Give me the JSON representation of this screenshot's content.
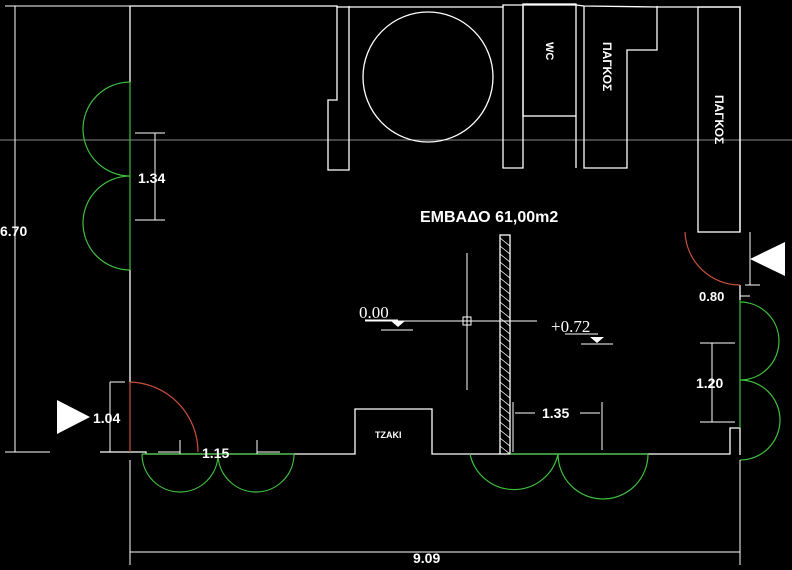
{
  "labels": {
    "area": "ΕΜΒΑΔΟ 61,00m2",
    "wc": "WC",
    "counter1": "ΠΑΓΚΟΣ",
    "counter2": "ΠΑΓΚΟΣ",
    "fireplace": "TZAKI"
  },
  "dimensions": {
    "height": "6.70",
    "width": "9.09",
    "window_left": "1.34",
    "door_left": "1.04",
    "window_bottom": "1.15",
    "door_right": "0.80",
    "window_right": "1.20",
    "inner": "1.35"
  },
  "levels": {
    "level_a": "0.00",
    "level_b": "+0.72"
  },
  "colors": {
    "wall": "#ffffff",
    "window": "#3fbf3f",
    "door": "#c8503c",
    "axis": "#8a8a8a"
  }
}
